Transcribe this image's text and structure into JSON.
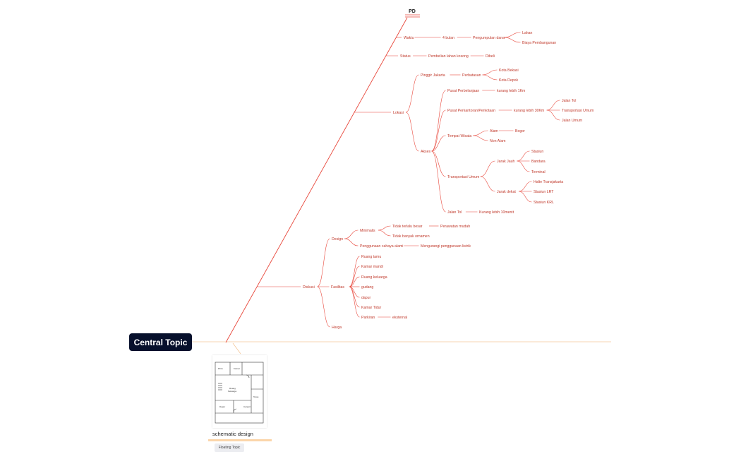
{
  "central": "Central Topic",
  "root": "PD",
  "floating_label": "Floating Topic",
  "schematic_label": "schematic design",
  "colors": {
    "branch": "#e8473b",
    "central_bg": "#07102c",
    "main_line": "#f4c79a",
    "floating_bg": "#ecedf1"
  },
  "sketch_labels": [
    "Pintu",
    "Kamar",
    "Ruang",
    "Keluarga",
    "Teras",
    "Dapur",
    "Carport"
  ],
  "tree": [
    {
      "id": "waktu",
      "text": "Waktu"
    },
    {
      "id": "4bulan",
      "text": "4 bulan"
    },
    {
      "id": "pengdana",
      "text": "Pengumpulan dana"
    },
    {
      "id": "lahan",
      "text": "Lahan"
    },
    {
      "id": "biaya",
      "text": "Biaya Pembangunan"
    },
    {
      "id": "status",
      "text": "Status"
    },
    {
      "id": "pemb",
      "text": "Pembelian lahan kosong"
    },
    {
      "id": "dibeli",
      "text": "Dibeli"
    },
    {
      "id": "lokasi",
      "text": "Lokasi"
    },
    {
      "id": "pinggir",
      "text": "Pinggir Jakarta"
    },
    {
      "id": "perbatasan",
      "text": "Perbatasan"
    },
    {
      "id": "bekasi",
      "text": "Kota Bekasi"
    },
    {
      "id": "depok",
      "text": "Kota Depok"
    },
    {
      "id": "akses",
      "text": "Akses"
    },
    {
      "id": "pusatbel",
      "text": "Pusat Perbelanjaan"
    },
    {
      "id": "kurang1",
      "text": "kurang lebih 1Km"
    },
    {
      "id": "pusatkan",
      "text": "Pusat Perkantoran/Perkotaan"
    },
    {
      "id": "kurang30",
      "text": "kurang lebih 30Km"
    },
    {
      "id": "jtol1",
      "text": "Jalan Tol"
    },
    {
      "id": "transp1",
      "text": "Transportasi Umum"
    },
    {
      "id": "jumum",
      "text": "Jalan Umum"
    },
    {
      "id": "wisata",
      "text": "Tempat Wisata"
    },
    {
      "id": "alam",
      "text": "Alam"
    },
    {
      "id": "bogor",
      "text": "Bogor"
    },
    {
      "id": "nonalam",
      "text": "Non Alam"
    },
    {
      "id": "transp2",
      "text": "Transportasi Umum"
    },
    {
      "id": "jauh",
      "text": "Jarak Jauh"
    },
    {
      "id": "stasiun",
      "text": "Stasiun"
    },
    {
      "id": "bandara",
      "text": "Bandara"
    },
    {
      "id": "terminal",
      "text": "Terminal"
    },
    {
      "id": "dekat",
      "text": "Jarak dekat"
    },
    {
      "id": "halte",
      "text": "Halte Transjakarta"
    },
    {
      "id": "lrt",
      "text": "Stasiun LRT"
    },
    {
      "id": "krl",
      "text": "Stasiun KRL"
    },
    {
      "id": "jtol2",
      "text": "Jalan Tol"
    },
    {
      "id": "kurang10",
      "text": "Kurang lebih 10menit"
    },
    {
      "id": "diskusi",
      "text": "Diskusi"
    },
    {
      "id": "design",
      "text": "Design"
    },
    {
      "id": "minimalis",
      "text": "Minimalis"
    },
    {
      "id": "tidakbesar",
      "text": "Tidak terlalu besar"
    },
    {
      "id": "perawatan",
      "text": "Perawatan mudah"
    },
    {
      "id": "ornamen",
      "text": "Tidak banyak ornamen"
    },
    {
      "id": "cahaya",
      "text": "Penggunaan cahaya alami"
    },
    {
      "id": "listrik",
      "text": "Mengurangi penggunaan listrik"
    },
    {
      "id": "fasilitas",
      "text": "Fasilitas"
    },
    {
      "id": "rtamu",
      "text": "Ruang tamu"
    },
    {
      "id": "kmandi",
      "text": "Kamar mandi"
    },
    {
      "id": "rkel",
      "text": "Ruang keluarga"
    },
    {
      "id": "gudang",
      "text": "gudang"
    },
    {
      "id": "dapur",
      "text": "dapur"
    },
    {
      "id": "ktidur",
      "text": "Kamar Tidur"
    },
    {
      "id": "parkiran",
      "text": "Parkiran"
    },
    {
      "id": "eksternal",
      "text": "eksternal"
    },
    {
      "id": "harga",
      "text": "Harga"
    }
  ]
}
